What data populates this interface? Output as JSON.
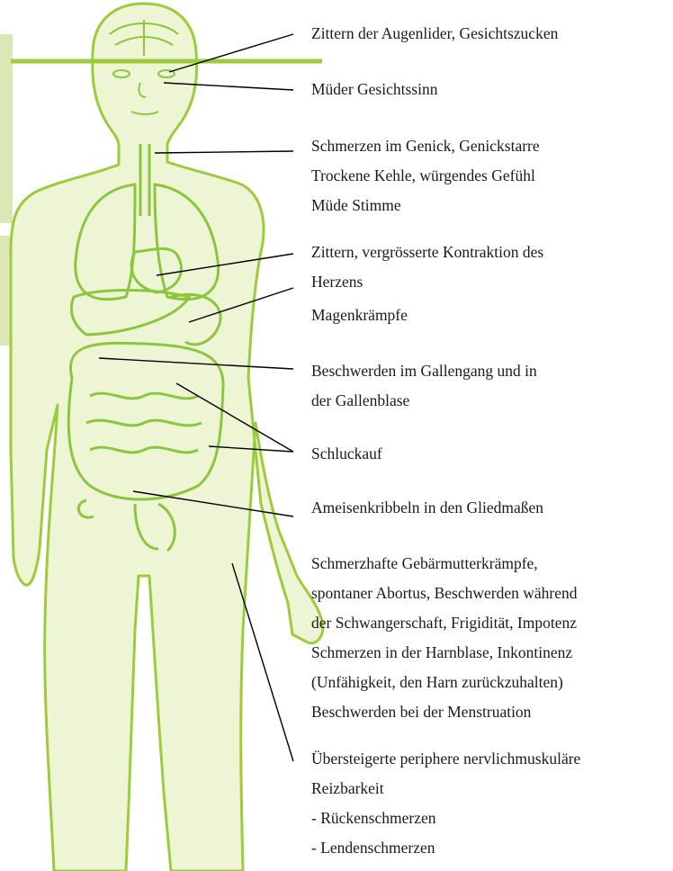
{
  "colors": {
    "body_fill": "#eef5d4",
    "outline": "#9ccc3c",
    "organ": "#8cc63f",
    "side_bar": "#dbe8b3",
    "leader": "#000000",
    "text": "#1a1a1a"
  },
  "labels": [
    {
      "id": "eyelids",
      "lines": [
        "Zittern der Augenlider, Gesichtszucken"
      ]
    },
    {
      "id": "face-sense",
      "lines": [
        "Müder Gesichtssinn"
      ]
    },
    {
      "id": "neck-throat",
      "lines": [
        "Schmerzen im Genick, Genickstarre",
        "Trockene Kehle, würgendes Gefühl",
        "Müde Stimme"
      ]
    },
    {
      "id": "heart",
      "lines": [
        "Zittern, vergrösserte Kontraktion des",
        "Herzens"
      ]
    },
    {
      "id": "stomach",
      "lines": [
        "Magenkrämpfe"
      ]
    },
    {
      "id": "gallbladder",
      "lines": [
        "Beschwerden im Gallengang und in",
        "der Gallenblase"
      ]
    },
    {
      "id": "hiccup",
      "lines": [
        "Schluckauf"
      ]
    },
    {
      "id": "limbs",
      "lines": [
        "Ameisenkribbeln in den Gliedmaßen"
      ]
    },
    {
      "id": "uterus",
      "lines": [
        "Schmerzhafte Gebärmutterkrämpfe,",
        "spontaner Abortus, Beschwerden während",
        "der Schwangerschaft, Frigidität, Impotenz",
        "Schmerzen in der Harnblase, Inkontinenz",
        "(Unfähigkeit, den Harn zurückzuhalten)",
        "Beschwerden bei der Menstruation"
      ]
    },
    {
      "id": "peripheral",
      "lines": [
        "Übersteigerte periphere nervlichmuskuläre",
        "Reizbarkeit",
        "- Rückenschmerzen",
        "- Lendenschmerzen"
      ]
    }
  ]
}
